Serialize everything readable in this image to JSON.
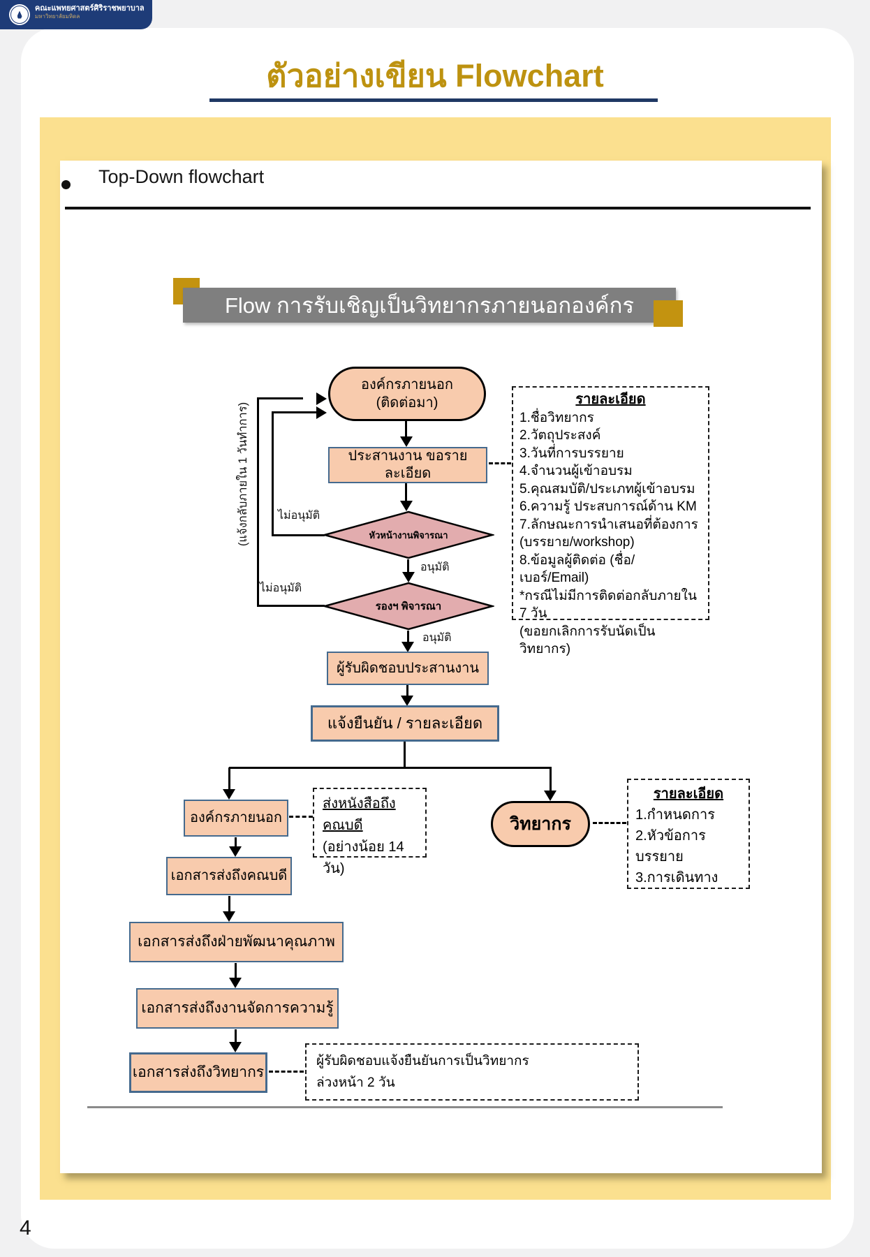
{
  "colors": {
    "header_blue": "#1E3C78",
    "title_gold": "#BD9210",
    "underline_navy": "#1F3864",
    "frame_yellow": "#FBE08F",
    "flow_bar_gray": "#7F7F7F",
    "accent_gold": "#C39310",
    "node_fill_peach": "#F8CBAD",
    "node_border_blue": "#456A8E",
    "decision_fill_pink": "#E2ACAE"
  },
  "header": {
    "org_name": "คณะแพทยศาสตร์ศิริราชพยาบาล",
    "org_sub": "มหาวิทยาลัยมหิดล"
  },
  "page": {
    "title": "ตัวอย่างเขียน Flowchart",
    "number": "4"
  },
  "section": {
    "heading": "Top-Down flowchart"
  },
  "flowchart": {
    "title": "Flow การรับเชิญเป็นวิทยากรภายนอกองค์กร",
    "nodes": {
      "start_line1": "องค์กรภายนอก",
      "start_line2": "(ติดต่อมา)",
      "coordinate": "ประสานงาน ขอรายละเอียด",
      "decision_head": "หัวหน้างานพิจารณา",
      "decision_deputy": "รองฯ พิจารณา",
      "responsible": "ผู้รับผิดชอบประสานงาน",
      "confirm": "แจ้งยืนยัน /  รายละเอียด",
      "external_org": "องค์กรภายนอก",
      "speaker": "วิทยากร",
      "doc_dean": "เอกสารส่งถึงคณบดี",
      "doc_quality": "เอกสารส่งถึงฝ่ายพัฒนาคุณภาพ",
      "doc_km": "เอกสารส่งถึงงานจัดการความรู้",
      "doc_speaker": "เอกสารส่งถึงวิทยากร"
    },
    "labels": {
      "reject1": "ไม่อนุมัติ",
      "approve1": "อนุมัติ",
      "reject2": "ไม่อนุมัติ",
      "approve2": "อนุมัติ",
      "reply_note": "(แจ้งกลับภายใน 1 วันทำการ)"
    },
    "notes": {
      "details_request": {
        "title": "รายละเอียด",
        "items": [
          "1.ชื่อวิทยากร",
          "2.วัตถุประสงค์",
          "3.วันที่การบรรยาย",
          "4.จำนวนผู้เข้าอบรม",
          "5.คุณสมบัติ/ประเภทผู้เข้าอบรม",
          "6.ความรู้ ประสบการณ์ด้าน KM",
          "7.ลักษณะการนำเสนอที่ต้องการ",
          "(บรรยาย/workshop)",
          "8.ข้อมูลผู้ติดต่อ (ชื่อ/เบอร์/Email)",
          "*กรณีไม่มีการติดต่อกลับภายใน 7 วัน",
          "(ขอยกเลิกการรับนัดเป็นวิทยากร)"
        ]
      },
      "send_letter": {
        "line1": "ส่งหนังสือถึง",
        "line2": "คณบดี",
        "line3": "(อย่างน้อย 14 วัน)"
      },
      "details_speaker": {
        "title": "รายละเอียด",
        "items": [
          "1.กำหนดการ",
          "2.หัวข้อการ",
          "บรรยาย",
          "3.การเดินทาง"
        ]
      },
      "confirm_note": {
        "line1": "ผู้รับผิดชอบแจ้งยืนยันการเป็นวิทยากร",
        "line2": "ล่วงหน้า 2 วัน"
      }
    }
  }
}
